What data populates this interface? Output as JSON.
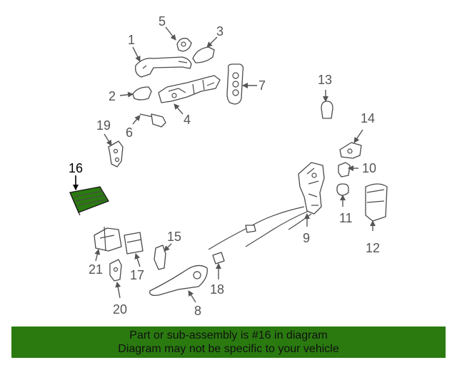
{
  "diagram": {
    "highlight_color": "#2a7a10",
    "highlighted_part": "16",
    "labels": {
      "p1": "1",
      "p2": "2",
      "p3": "3",
      "p4": "4",
      "p5": "5",
      "p6": "6",
      "p7": "7",
      "p8": "8",
      "p9": "9",
      "p10": "10",
      "p11": "11",
      "p12": "12",
      "p13": "13",
      "p14": "14",
      "p15": "15",
      "p16": "16",
      "p17": "17",
      "p18": "18",
      "p19": "19",
      "p20": "20",
      "p21": "21"
    }
  },
  "banner": {
    "line1": "Part or sub-assembly is #16 in diagram",
    "line2": "Diagram may not be specific to your vehicle"
  }
}
